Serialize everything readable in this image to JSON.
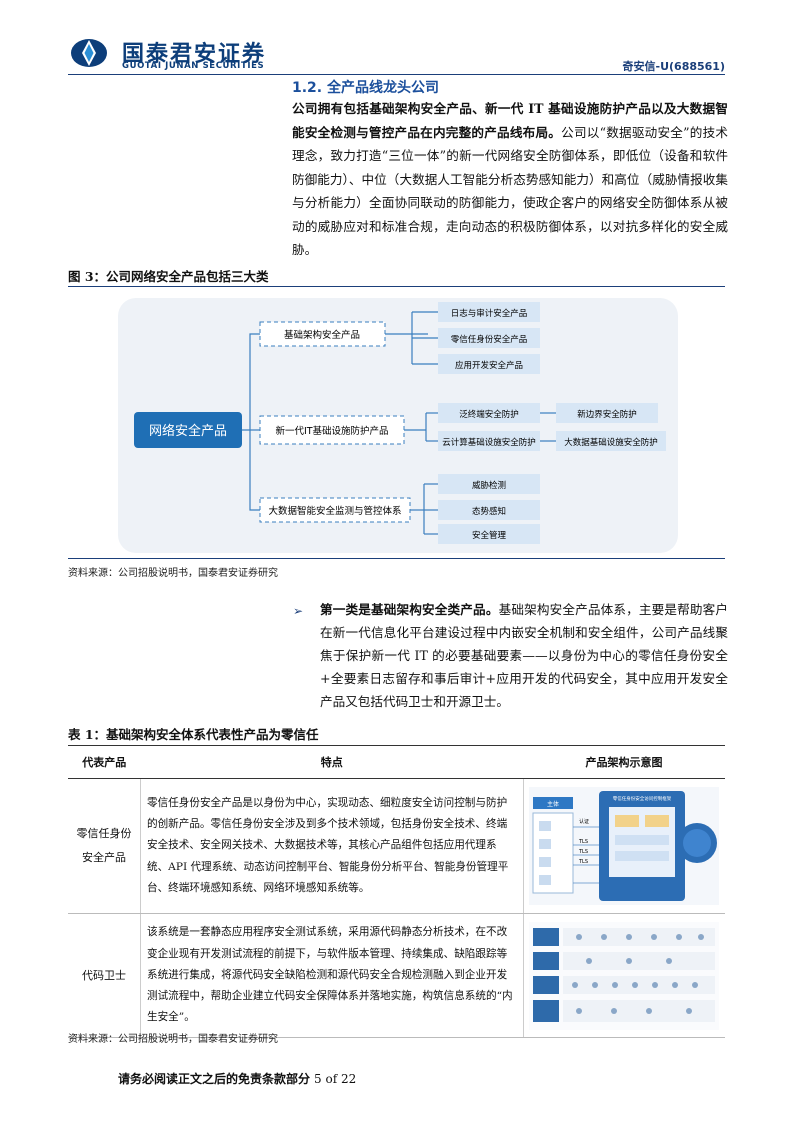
{
  "header": {
    "logo_cn": "国泰君安证券",
    "logo_en": "GUOTAI JUNAN SECURITIES",
    "stock": "奇安信-U(688561)"
  },
  "section": {
    "title": "1.2.   全产品线龙头公司",
    "para_bold": "公司拥有包括基础架构安全产品、新一代 IT 基础设施防护产品以及大数据智能安全检测与管控产品在内完整的产品线布局。",
    "para_rest": "公司以“数据驱动安全”的技术理念，致力打造“三位一体”的新一代网络安全防御体系，即低位（设备和软件防御能力）、中位（大数据人工智能分析态势感知能力）和高位（威胁情报收集与分析能力）全面协同联动的防御能力，使政企客户的网络安全防御体系从被动的威胁应对和标准合规，走向动态的积极防御体系，以对抗多样化的安全威胁。"
  },
  "figure3": {
    "title": "图 3：公司网络安全产品包括三大类",
    "root": "网络安全产品",
    "categories": [
      {
        "label": "基础架构安全产品",
        "items": [
          "日志与审计安全产品",
          "零信任身份安全产品",
          "应用开发安全产品"
        ]
      },
      {
        "label": "新一代IT基础设施防护产品",
        "items": [
          "泛终端安全防护",
          "云计算基础设施安全防护"
        ],
        "sub_items": [
          "新边界安全防护",
          "大数据基础设施安全防护"
        ]
      },
      {
        "label": "大数据智能安全监测与管控体系",
        "items": [
          "威胁检测",
          "态势感知",
          "安全管理"
        ]
      }
    ],
    "source": "资料来源：公司招股说明书，国泰君安证券研究"
  },
  "bullet": {
    "marker": "➢",
    "bold": "第一类是基础架构安全类产品。",
    "rest": "基础架构安全产品体系，主要是帮助客户在新一代信息化平台建设过程中内嵌安全机制和安全组件，公司产品线聚焦于保护新一代 IT 的必要基础要素——以身份为中心的零信任身份安全+全要素日志留存和事后审计+应用开发的代码安全，其中应用开发安全产品又包括代码卫士和开源卫士。"
  },
  "table1": {
    "title": "表 1：基础架构安全体系代表性产品为零信任",
    "headers": [
      "代表产品",
      "特点",
      "产品架构示意图"
    ],
    "rows": [
      {
        "name": "零信任身份安全产品",
        "desc": "零信任身份安全产品是以身份为中心，实现动态、细粒度安全访问控制与防护的创新产品。零信任身份安全涉及到多个技术领域，包括身份安全技术、终端安全技术、安全网关技术、大数据技术等，其核心产品组件包括应用代理系统、API 代理系统、动态访问控制平台、智能身份分析平台、智能身份管理平台、终端环境感知系统、网络环境感知系统等。"
      },
      {
        "name": "代码卫士",
        "desc": "该系统是一套静态应用程序安全测试系统，采用源代码静态分析技术，在不改变企业现有开发测试流程的前提下，与软件版本管理、持续集成、缺陷跟踪等系统进行集成，将源代码安全缺陷检测和源代码安全合规检测融入到企业开发测试流程中，帮助企业建立代码安全保障体系并落地实施，构筑信息系统的“内生安全”。"
      }
    ],
    "source": "资料来源：公司招股说明书，国泰君安证券研究"
  },
  "zt_diagram": {
    "labels": [
      "主体",
      "认证",
      "TLS",
      "TLS",
      "TLS",
      "零信任身份安全访问控制框架"
    ]
  },
  "footer": {
    "text": "请务必阅读正文之后的免责条款部分",
    "page": "5 of 22"
  },
  "colors": {
    "brand": "#1b3f7a",
    "accent": "#1f6fb5",
    "box_fill": "#d7e6f5"
  }
}
